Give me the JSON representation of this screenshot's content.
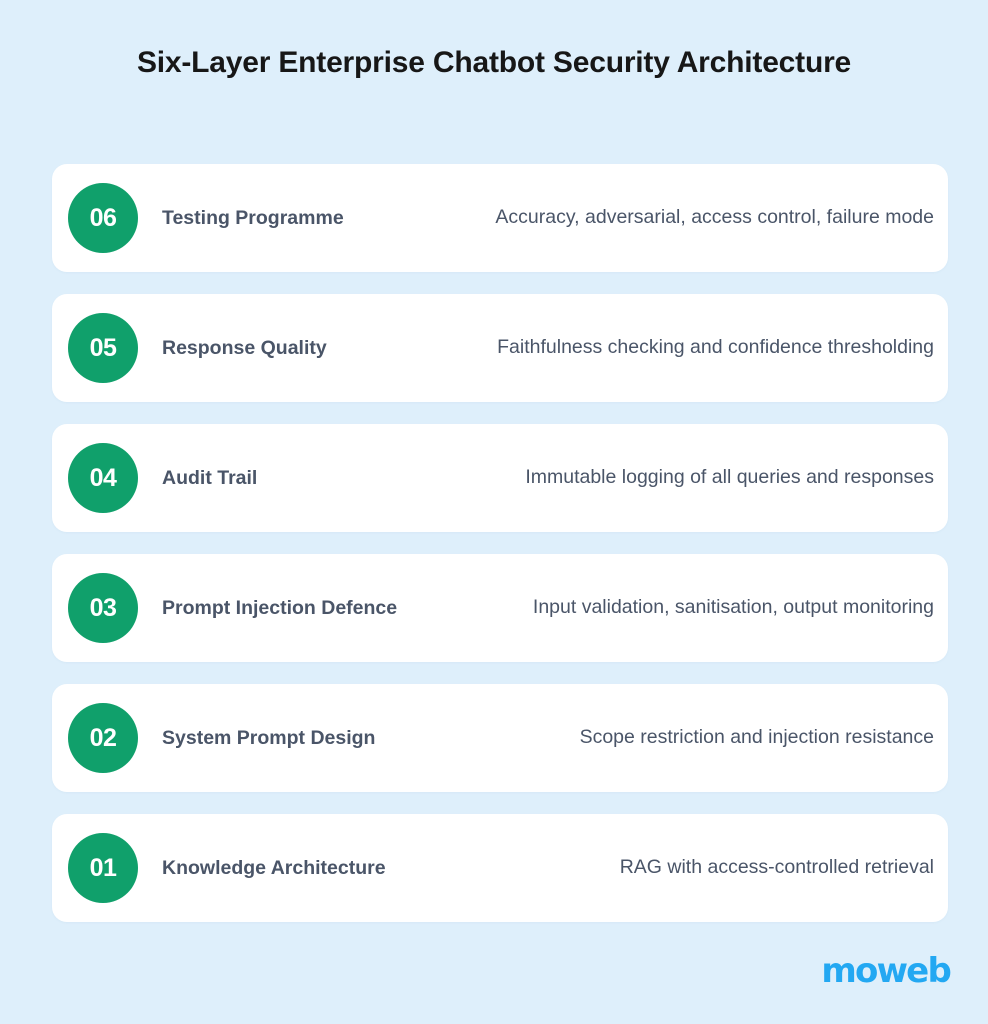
{
  "page": {
    "title": "Six-Layer Enterprise Chatbot Security Architecture",
    "background_color": "#deeffb",
    "title_color": "#171717",
    "card_color": "#ffffff",
    "badge_color": "#10a06b",
    "text_color": "#4a5568",
    "brand_color": "#23a8f2"
  },
  "layers": [
    {
      "number": "06",
      "label": "Testing Programme",
      "description": "Accuracy, adversarial, access control, failure mode"
    },
    {
      "number": "05",
      "label": "Response Quality",
      "description": "Faithfulness checking and confidence thresholding"
    },
    {
      "number": "04",
      "label": "Audit Trail",
      "description": "Immutable logging of all queries and responses"
    },
    {
      "number": "03",
      "label": "Prompt Injection Defence",
      "description": "Input validation, sanitisation, output monitoring"
    },
    {
      "number": "02",
      "label": "System Prompt Design",
      "description": "Scope restriction and injection resistance"
    },
    {
      "number": "01",
      "label": "Knowledge Architecture",
      "description": "RAG with access-controlled retrieval"
    }
  ],
  "brand": {
    "name": "moweb"
  }
}
